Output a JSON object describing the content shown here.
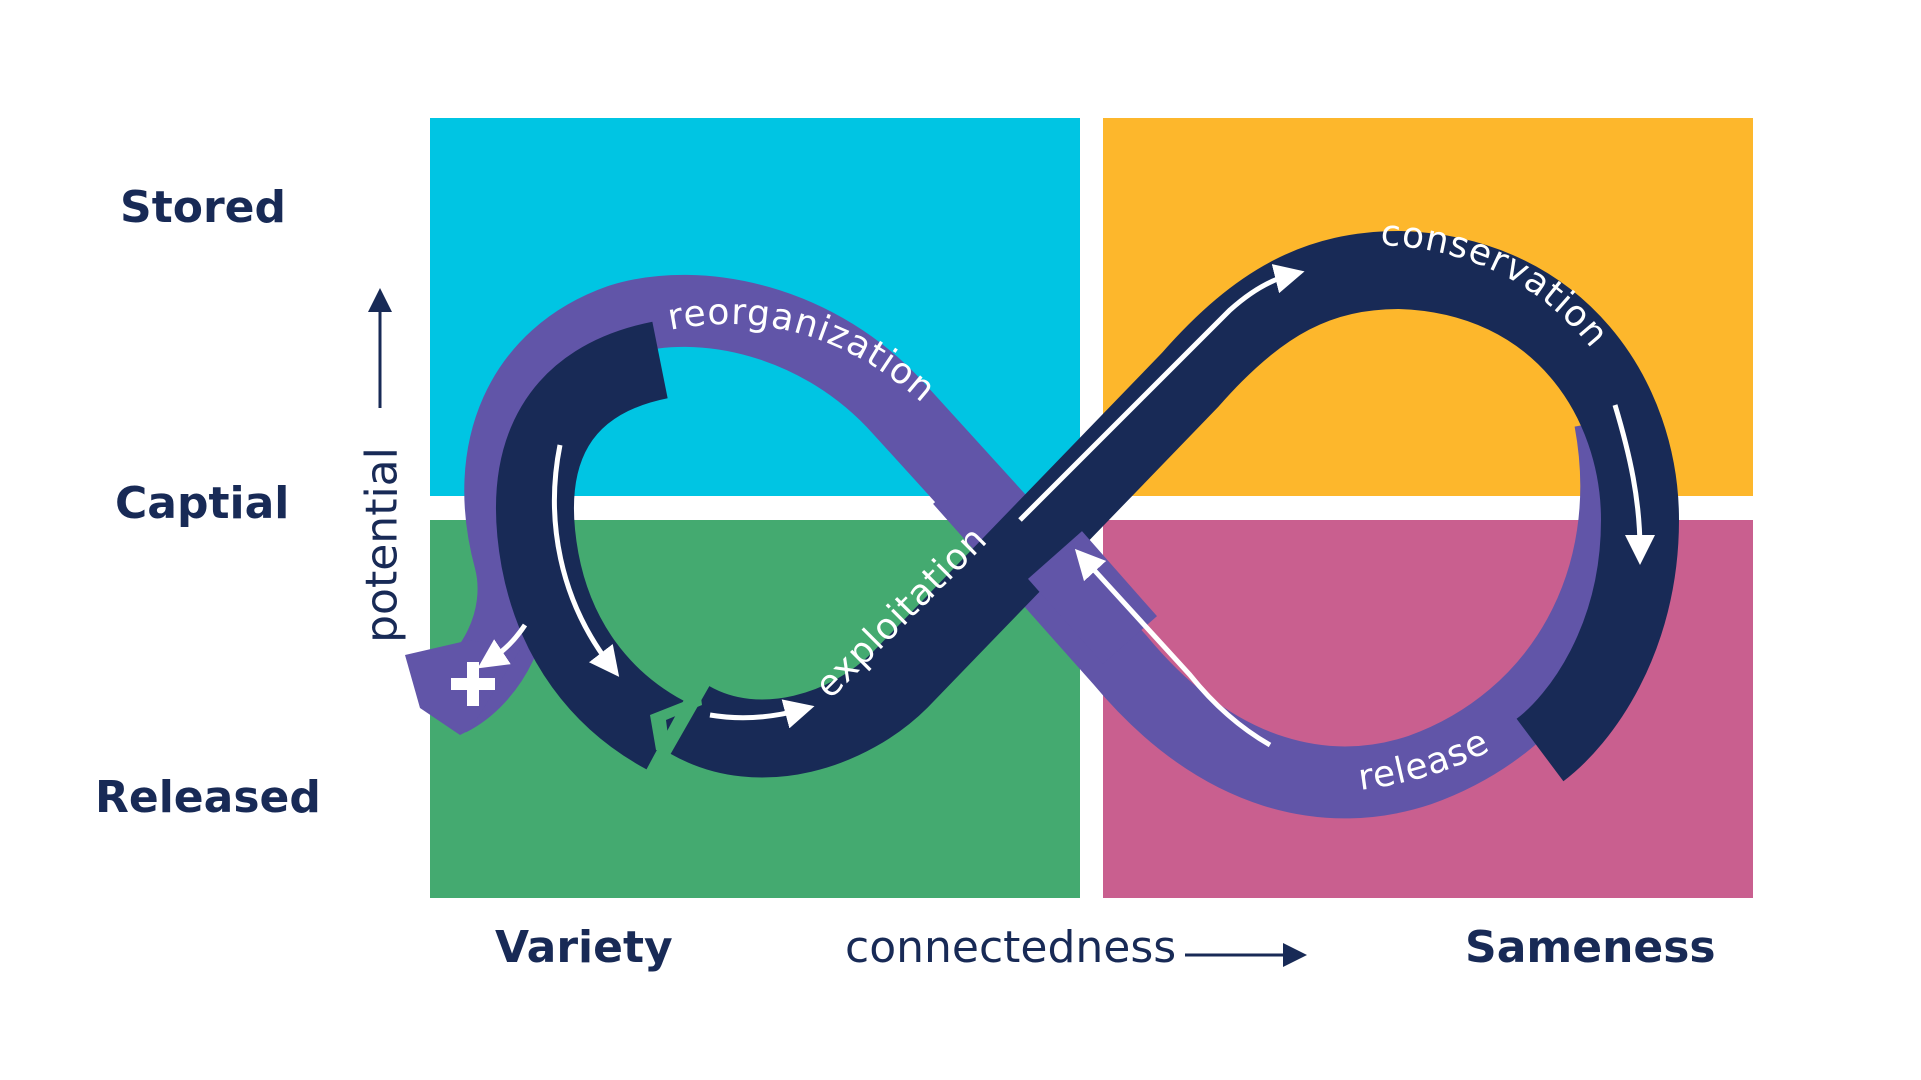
{
  "colors": {
    "navy": "#182a56",
    "purple": "#6155a8",
    "cyan": "#00c5e3",
    "orange": "#fdb72c",
    "green": "#44aa70",
    "pink": "#c95f8f",
    "white": "#ffffff"
  },
  "y_axis": {
    "title": "potential",
    "levels": [
      "Stored",
      "Captial",
      "Released"
    ],
    "arrow": "arrow-up"
  },
  "x_axis": {
    "title": "connectedness",
    "levels": [
      "Variety",
      "Sameness"
    ],
    "arrow": "arrow-right"
  },
  "quadrants": [
    {
      "id": "top-left",
      "color": "cyan"
    },
    {
      "id": "top-right",
      "color": "orange"
    },
    {
      "id": "bottom-left",
      "color": "green"
    },
    {
      "id": "bottom-right",
      "color": "pink"
    }
  ],
  "phases": [
    {
      "name": "exploitation",
      "band_color": "navy"
    },
    {
      "name": "conservation",
      "band_color": "navy"
    },
    {
      "name": "release",
      "band_color": "purple"
    },
    {
      "name": "reorganization",
      "band_color": "purple"
    }
  ],
  "exit_marker": {
    "icon": "plus-icon",
    "symbol": "+"
  }
}
